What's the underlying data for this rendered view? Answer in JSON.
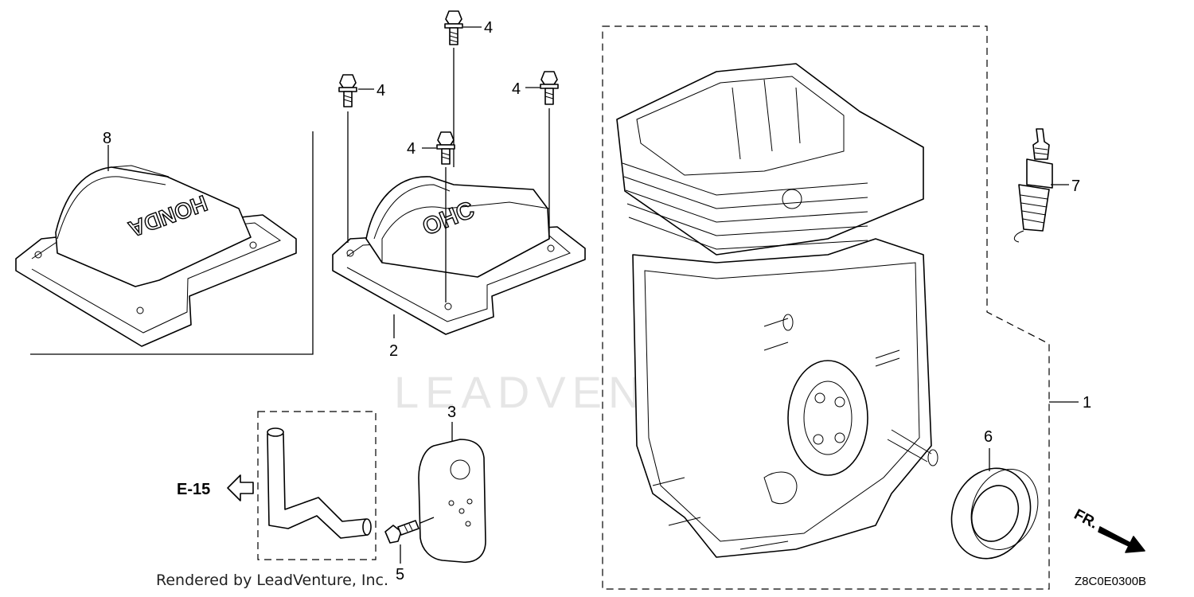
{
  "diagram": {
    "watermark": "LEADVENTURE",
    "footer_text": "Rendered by LeadVenture, Inc.",
    "diagram_code": "Z8C0E0300B",
    "reference_label": "E-15",
    "front_label": "FR.",
    "emblems": {
      "honda": "HONDA",
      "ohc": "OHC"
    },
    "callouts": [
      {
        "id": "c1",
        "label": "1"
      },
      {
        "id": "c2",
        "label": "2"
      },
      {
        "id": "c3",
        "label": "3"
      },
      {
        "id": "c4a",
        "label": "4"
      },
      {
        "id": "c4b",
        "label": "4"
      },
      {
        "id": "c4c",
        "label": "4"
      },
      {
        "id": "c4d",
        "label": "4"
      },
      {
        "id": "c5",
        "label": "5"
      },
      {
        "id": "c6",
        "label": "6"
      },
      {
        "id": "c7",
        "label": "7"
      },
      {
        "id": "c8",
        "label": "8"
      }
    ]
  }
}
